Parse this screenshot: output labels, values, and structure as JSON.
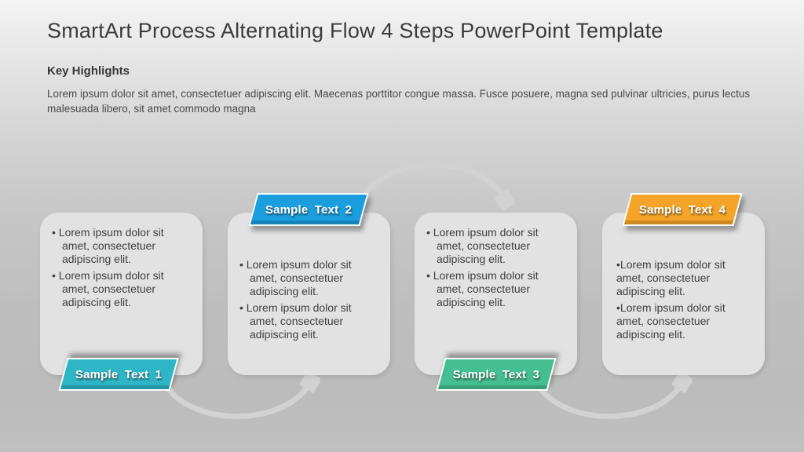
{
  "title": "SmartArt Process Alternating Flow 4 Steps PowerPoint Template",
  "highlights": {
    "heading": "Key Highlights",
    "body": "Lorem ipsum dolor sit amet, consectetuer adipiscing elit. Maecenas porttitor congue massa. Fusce posuere, magna sed pulvinar ultricies, purus lectus malesuada libero, sit amet commodo magna"
  },
  "steps": [
    {
      "label": "Sample Text 1",
      "color": "#2fb6c6",
      "label_position": "bottom",
      "bullets": [
        "Lorem ipsum dolor sit amet, consectetuer adipiscing elit.",
        "Lorem ipsum dolor sit amet, consectetuer adipiscing elit."
      ]
    },
    {
      "label": "Sample Text 2",
      "color": "#1b9ede",
      "label_position": "top",
      "bullets": [
        "Lorem ipsum dolor sit amet, consectetuer adipiscing elit.",
        "Lorem ipsum dolor sit amet, consectetuer adipiscing elit."
      ]
    },
    {
      "label": "Sample Text 3",
      "color": "#45bf92",
      "label_position": "bottom",
      "bullets": [
        "Lorem ipsum dolor sit amet, consectetuer adipiscing elit.",
        "Lorem ipsum dolor sit amet, consectetuer adipiscing elit."
      ]
    },
    {
      "label": "Sample Text 4",
      "color": "#f4a428",
      "label_position": "top",
      "bullets": [
        "Lorem ipsum dolor sit amet, consectetuer adipiscing elit.",
        "Lorem ipsum dolor sit amet, consectetuer adipiscing elit."
      ]
    }
  ],
  "connectors": [
    {
      "from": "Sample Text 1",
      "to": "Sample Text 2",
      "curve": "bottom"
    },
    {
      "from": "Sample Text 2",
      "to": "Sample Text 3",
      "curve": "top"
    },
    {
      "from": "Sample Text 3",
      "to": "Sample Text 4",
      "curve": "bottom"
    }
  ],
  "colors": {
    "background_top": "#f4f4f4",
    "background_bottom": "#bcbcbc",
    "card": "#e2e2e2",
    "connector": "#d2d2d2"
  }
}
